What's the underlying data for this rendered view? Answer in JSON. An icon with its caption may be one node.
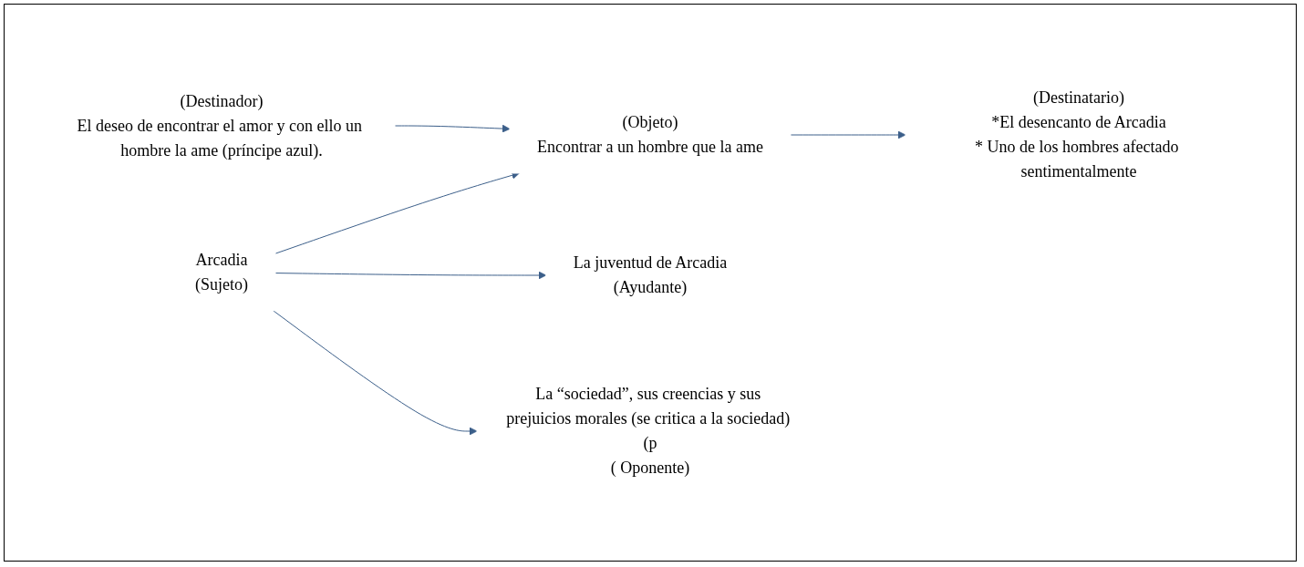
{
  "diagram": {
    "nodes": [
      {
        "text": [
          "(Destinador)",
          "El deseo de encontrar el amor y con ello un hombre la ame (príncipe azul)."
        ]
      },
      {
        "text": [
          "(Objeto)",
          "Encontrar a un hombre que la ame"
        ]
      },
      {
        "text": [
          "(Destinatario)",
          "*El desencanto de Arcadia",
          "* Uno de los hombres afectado sentimentalmente"
        ]
      },
      {
        "text": [
          "La juventud de Arcadia",
          "(Ayudante)"
        ]
      },
      {
        "text": [
          "Arcadia",
          "(Sujeto)"
        ]
      },
      {
        "text": [
          "La “sociedad”, sus creencias y sus prejuicios morales (se critica a la sociedad) (p",
          "( Oponente)"
        ]
      }
    ],
    "edges": [
      {
        "from": 0,
        "to": 1,
        "arrow": "to"
      },
      {
        "from": 1,
        "to": 2,
        "arrow": "to"
      },
      {
        "from": 4,
        "to": 1,
        "arrow": "to"
      },
      {
        "from": 4,
        "to": 3,
        "arrow": "to"
      },
      {
        "from": 4,
        "to": 5,
        "arrow": "to"
      }
    ]
  }
}
